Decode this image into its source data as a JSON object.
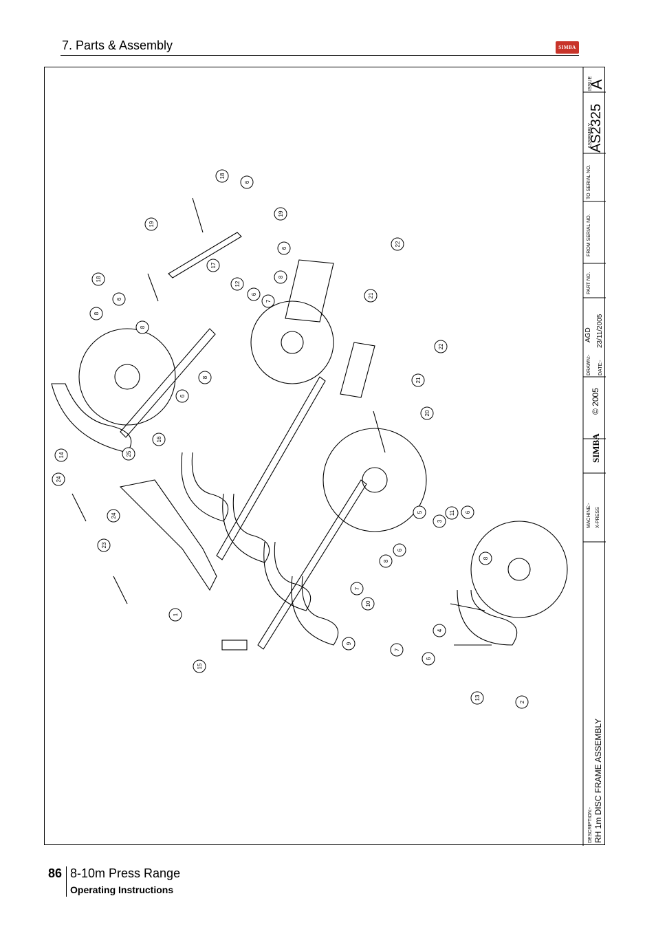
{
  "header": {
    "section": "7. Parts & Assembly",
    "logo_text": "SIMBA"
  },
  "title_block": {
    "issue_label": "ISSUE",
    "issue": "A",
    "assembly_label": "ASSEMBLY",
    "assembly": "AS2325",
    "to_serial_label": "TO SERIAL NO.",
    "from_serial_label": "FROM SERIAL NO.",
    "part_no_label": "PART NO.",
    "drawn_label": "DRAWN:-",
    "drawn": "AGD",
    "date_label": "DATE:-",
    "date": "23/11/2005",
    "copyright": "© 2005",
    "brand": "SIMBA",
    "machine_label": "MACHINE:-",
    "machine": "X-PRESS",
    "description_label": "DESCRIPTION:-",
    "description": "RH 1m DISC FRAME ASSEMBLY"
  },
  "callouts": [
    "18",
    "6",
    "19",
    "19",
    "6",
    "17",
    "8",
    "12",
    "6",
    "7",
    "8",
    "18",
    "6",
    "8",
    "6",
    "8",
    "6",
    "22",
    "21",
    "22",
    "21",
    "20",
    "14",
    "16",
    "25",
    "24",
    "24",
    "23",
    "1",
    "15",
    "5",
    "3",
    "11",
    "6",
    "6",
    "8",
    "8",
    "7",
    "10",
    "9",
    "7",
    "6",
    "4",
    "13",
    "2"
  ],
  "footer": {
    "page_number": "86",
    "range": "8-10m Press Range",
    "subtitle": "Operating Instructions"
  },
  "colors": {
    "logo": "#c8342a",
    "ink": "#000000"
  }
}
